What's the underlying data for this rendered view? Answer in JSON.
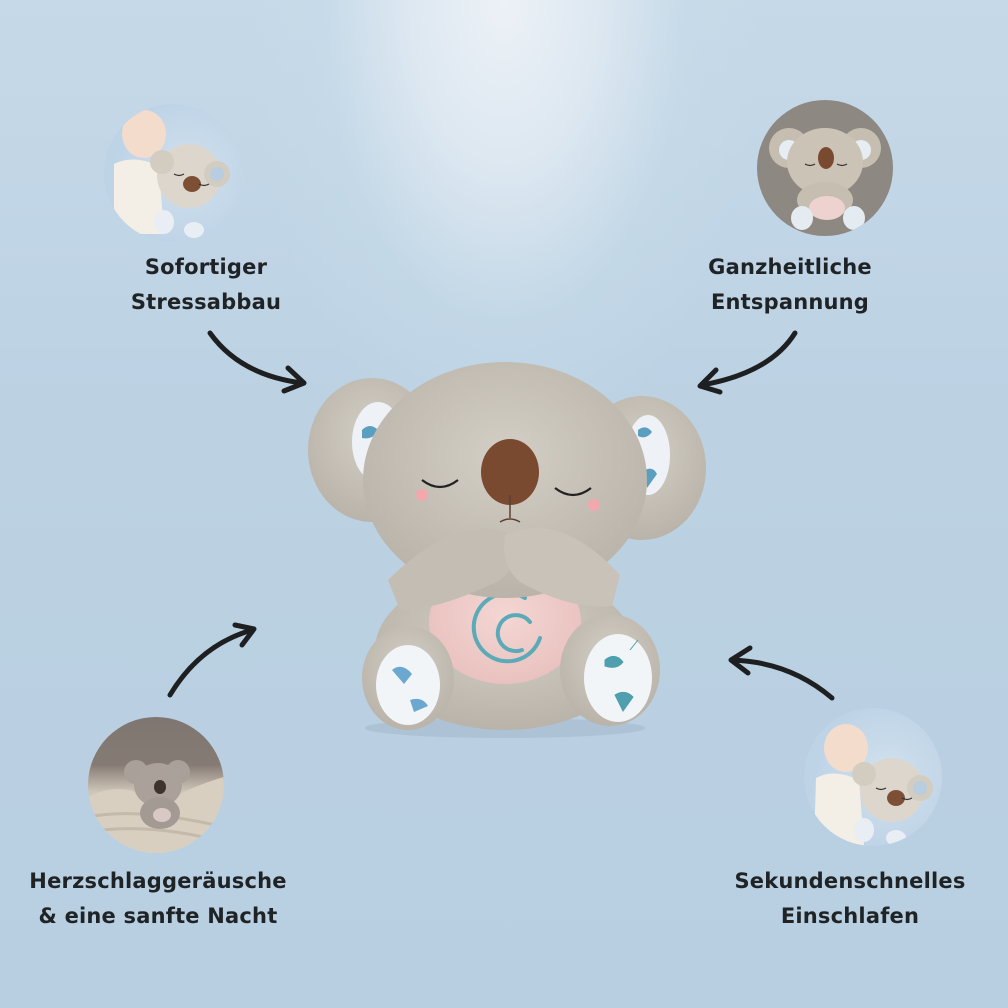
{
  "features": [
    {
      "id": "top-left",
      "line1": "Sofortiger",
      "line2": "Stressabbau",
      "photo": "baby-hugging-koala-photo"
    },
    {
      "id": "top-right",
      "line1": "Ganzheitliche",
      "line2": "Entspannung",
      "photo": "koala-sitting-on-couch-photo"
    },
    {
      "id": "bottom-left",
      "line1": "Herzschlaggeräusche",
      "line2": "& eine sanfte Nacht",
      "photo": "koala-on-blanket-photo"
    },
    {
      "id": "bottom-right",
      "line1": "Sekundenschnelles",
      "line2": "Einschlafen",
      "photo": "baby-hugging-koala-photo"
    }
  ],
  "product": {
    "name": "koala-plush-toy",
    "heart_symbol": "swirl-icon"
  },
  "colors": {
    "background": "#b9d0e2",
    "glow": "#eaf0f5",
    "text": "#1f2326",
    "arrow": "#1e1f21",
    "plush_fur": "#c9c3b8",
    "plush_nose": "#7a4a30",
    "belly_pink": "#efc9c6",
    "swirl_teal": "#5aaab8"
  }
}
